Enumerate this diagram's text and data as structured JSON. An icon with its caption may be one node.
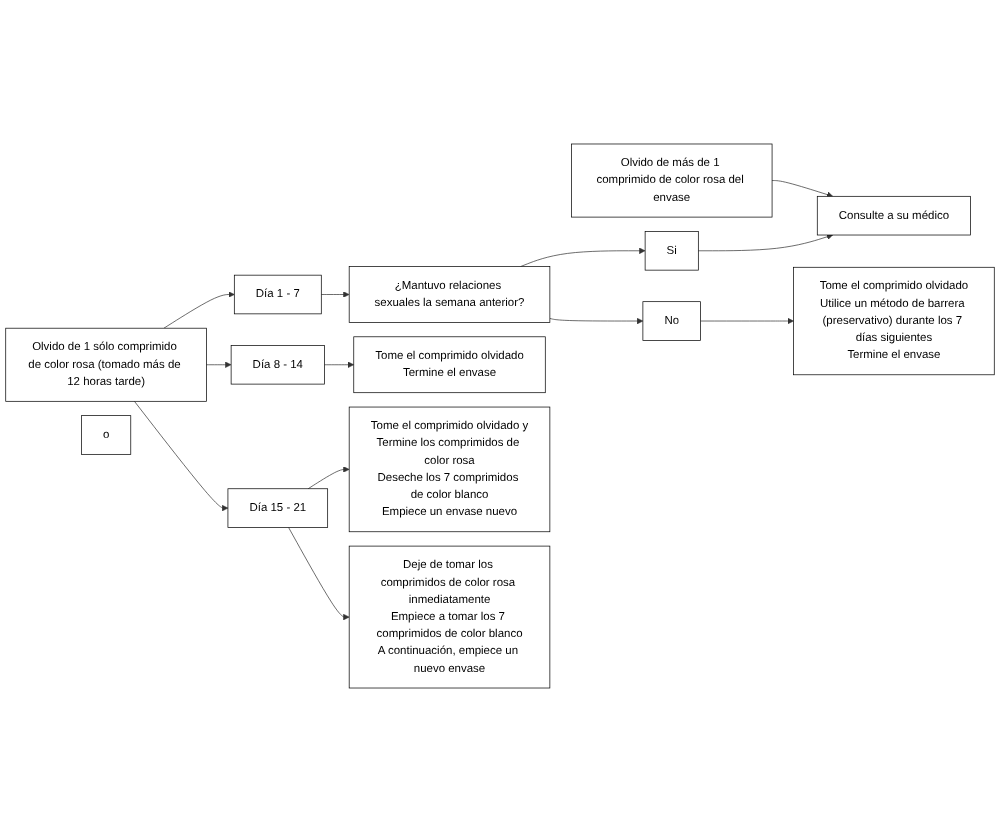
{
  "diagram": {
    "nodes": [
      {
        "text": [
          "Olvido de más de 1 comprimido de color rosa del envase"
        ]
      },
      {
        "text": [
          "Consulte a su médico"
        ]
      },
      {
        "text": [
          "Olvido de 1 sólo comprimido de color rosa (tomado más de 12 horas tarde)"
        ]
      },
      {
        "text": [
          "Día 1 - 7"
        ]
      },
      {
        "text": [
          "¿Mantuvo relaciones sexuales la semana anterior?"
        ]
      },
      {
        "text": [
          "Si"
        ]
      },
      {
        "text": [
          "No"
        ]
      },
      {
        "text": [
          "Tome el comprimido olvidado",
          "Utilice un método de barrera (preservativo) durante los 7 días siguientes",
          "Termine el envase"
        ]
      },
      {
        "text": [
          "Día 8 - 14"
        ]
      },
      {
        "text": [
          "Tome el comprimido olvidado",
          "Termine el envase"
        ]
      },
      {
        "text": [
          "Día 15 - 21"
        ]
      },
      {
        "text": [
          "Tome el comprimido olvidado y",
          "Termine los comprimidos de color rosa",
          "Deseche los 7 comprimidos de color blanco",
          "Empiece un envase nuevo"
        ]
      },
      {
        "text": [
          "o"
        ]
      },
      {
        "text": [
          "Deje de tomar los comprimidos de color rosa inmediatamente",
          "Empiece a tomar los 7 comprimidos de color blanco",
          "A continuación, empiece un nuevo envase"
        ]
      }
    ],
    "edges": [
      {
        "from": 0,
        "to": 1,
        "arrow": "to"
      },
      {
        "from": 2,
        "to": 3,
        "arrow": "to"
      },
      {
        "from": 2,
        "to": 8,
        "arrow": "to"
      },
      {
        "from": 2,
        "to": 10,
        "arrow": "to"
      },
      {
        "from": 3,
        "to": 4,
        "arrow": "to"
      },
      {
        "from": 4,
        "to": 5,
        "arrow": "to"
      },
      {
        "from": 5,
        "to": 1,
        "arrow": "to"
      },
      {
        "from": 4,
        "to": 6,
        "arrow": "to"
      },
      {
        "from": 6,
        "to": 7,
        "arrow": "to"
      },
      {
        "from": 8,
        "to": 9,
        "arrow": "to"
      },
      {
        "from": 10,
        "to": 11,
        "arrow": "to"
      },
      {
        "from": 10,
        "to": 13,
        "arrow": "to"
      }
    ]
  }
}
